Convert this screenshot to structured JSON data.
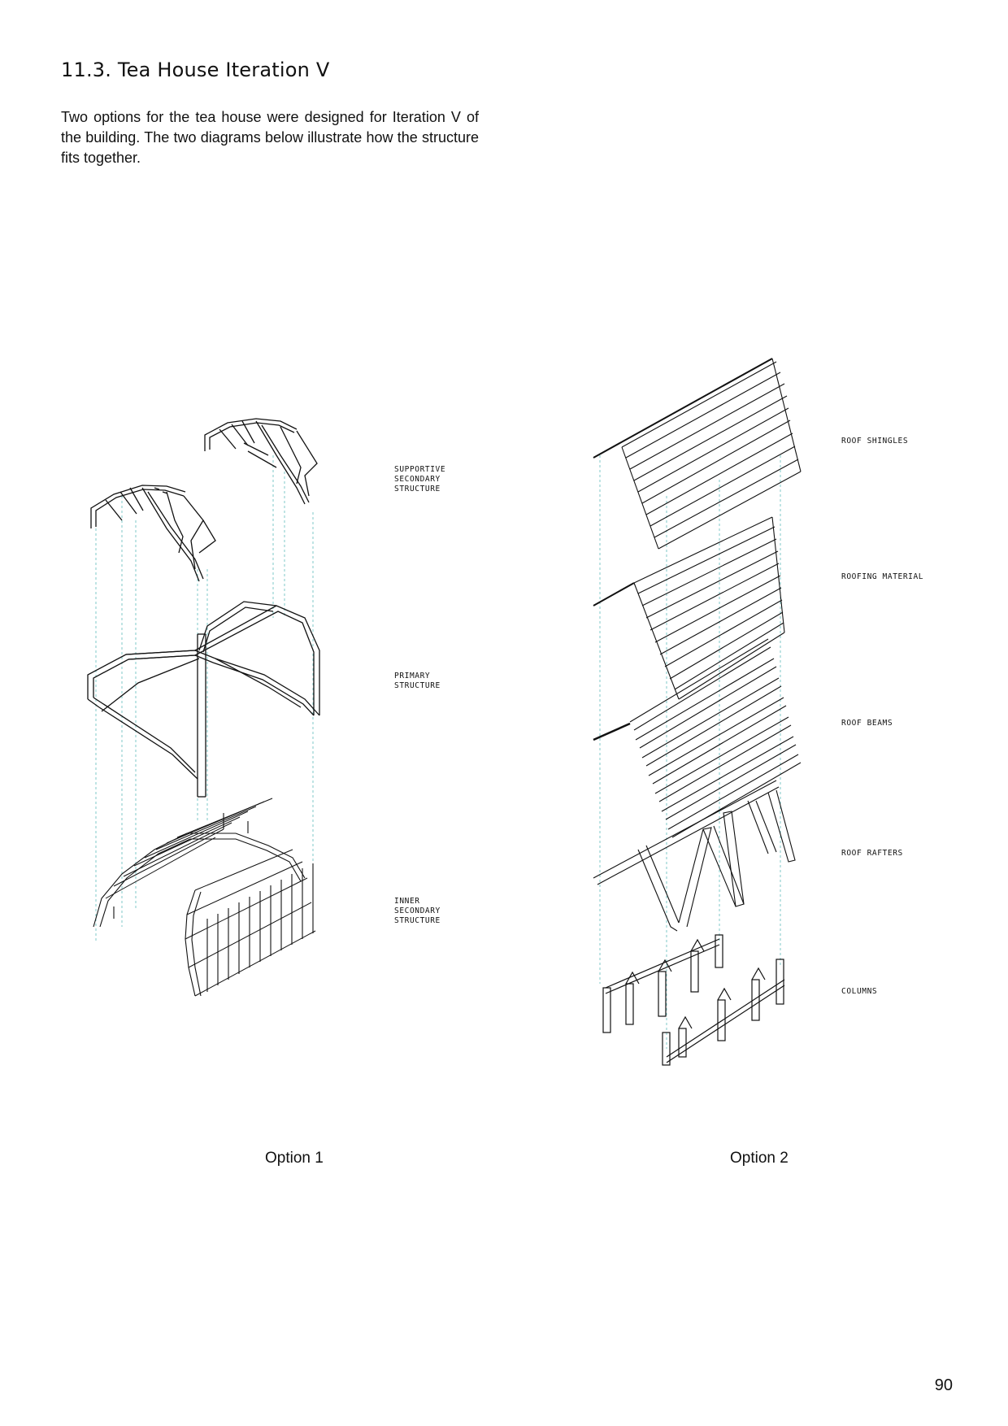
{
  "page": {
    "title": "11.3. Tea House Iteration V",
    "intro": "Two options for the tea house were designed for Iteration V of the building. The two diagrams below illustrate how the structure fits together.",
    "page_number": "90"
  },
  "option1": {
    "caption": "Option 1",
    "labels": {
      "supportive": [
        "SUPPORTIVE",
        "SECONDARY",
        "STRUCTURE"
      ],
      "primary": [
        "PRIMARY",
        "STRUCTURE"
      ],
      "inner": [
        "INNER",
        "SECONDARY",
        "STRUCTURE"
      ]
    }
  },
  "option2": {
    "caption": "Option 2",
    "labels": {
      "shingles": "ROOF SHINGLES",
      "material": "ROOFING MATERIAL",
      "beams": "ROOF BEAMS",
      "rafters": "ROOF RAFTERS",
      "columns": "COLUMNS"
    }
  },
  "colors": {
    "line": "#111111",
    "guide": "#7fc8c8"
  }
}
